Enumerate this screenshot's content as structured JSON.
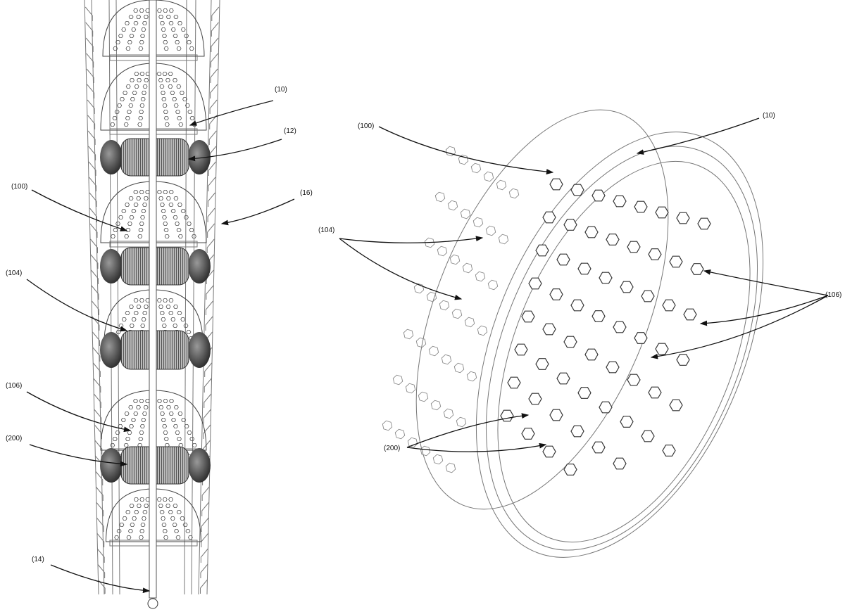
{
  "figure_left": {
    "labels": {
      "ref_10": "(10)",
      "ref_12": "(12)",
      "ref_100": "(100)",
      "ref_16": "(16)",
      "ref_104": "(104)",
      "ref_106": "(106)",
      "ref_200": "(200)",
      "ref_14": "(14)"
    }
  },
  "figure_right": {
    "labels": {
      "ref_100": "(100)",
      "ref_10": "(10)",
      "ref_104": "(104)",
      "ref_106": "(106)",
      "ref_200": "(200)"
    }
  },
  "colors": {
    "line": "#777777",
    "ink": "#111111",
    "capsule": "#555555"
  }
}
